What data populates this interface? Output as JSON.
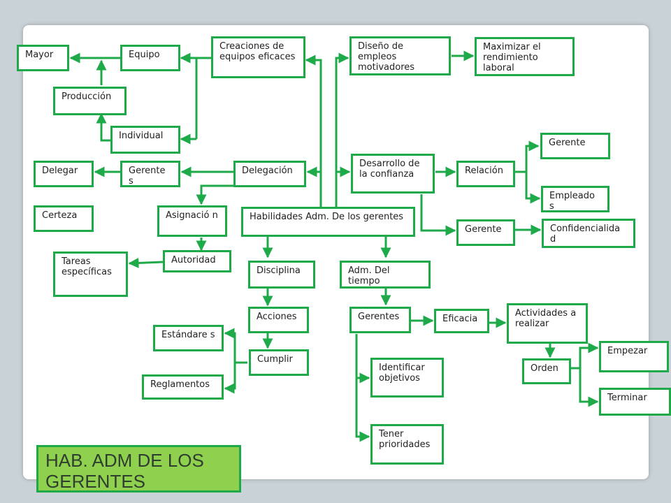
{
  "title": "HAB. ADM DE LOS GERENTES",
  "nodes": {
    "mayor": "Mayor",
    "equipo": "Equipo",
    "produccion": "Producción",
    "individual": "Individual",
    "creaciones": "Creaciones de equipos eficaces",
    "diseno": "Diseño de empleos motivadores",
    "maximizar": "Maximizar el rendimiento laboral",
    "delegar": "Delegar",
    "gerentes_del": "Gerente s",
    "delegacion": "Delegación",
    "desarrollo": "Desarrollo de la confianza",
    "relacion": "Relación",
    "gerente_top": "Gerente",
    "empleados": "Empleado s",
    "certeza": "Certeza",
    "asignacion": "Asignació n",
    "habilidades": "Habilidades Adm. De los gerentes",
    "gerente_conf": "Gerente",
    "confidencialidad": "Confidencialida d",
    "tareas": "Tareas específicas",
    "autoridad": "Autoridad",
    "disciplina": "Disciplina",
    "adm_tiempo": "Adm. Del tiempo",
    "acciones": "Acciones",
    "gerentes_tiempo": "Gerentes",
    "eficacia": "Eficacia",
    "actividades": "Actividades a realizar",
    "estandares": "Estándare s",
    "cumplir": "Cumplir",
    "empezar": "Empezar",
    "identificar": "Identificar objetivos",
    "orden": "Orden",
    "reglamentos": "Reglamentos",
    "terminar": "Terminar",
    "tener": "Tener prioridades"
  },
  "colors": {
    "line": "#1faa4a",
    "title_bg": "#8fd14f",
    "background": "#c9d2d7"
  }
}
